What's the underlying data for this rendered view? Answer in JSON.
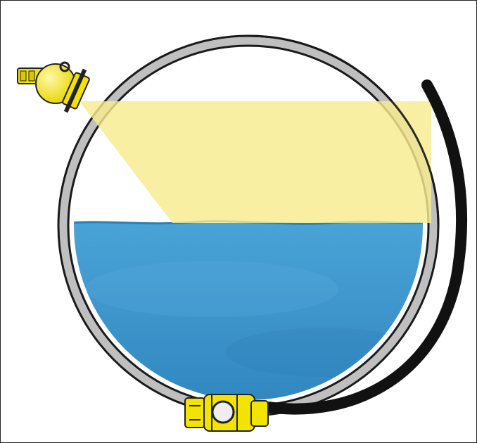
{
  "diagram": {
    "components": [
      {
        "name": "tank-vessel",
        "icon": "circular-tank-outline"
      },
      {
        "name": "liquid",
        "color": "#3b93c9"
      },
      {
        "name": "radiation-source",
        "icon": "yellow-source-holder",
        "color": "#f2e300"
      },
      {
        "name": "radiation-beam",
        "color": "#f7eb8f"
      },
      {
        "name": "detector-cable",
        "icon": "black-curved-detector"
      },
      {
        "name": "detector-housing",
        "icon": "yellow-detector-housing",
        "color": "#f2e300"
      }
    ]
  }
}
